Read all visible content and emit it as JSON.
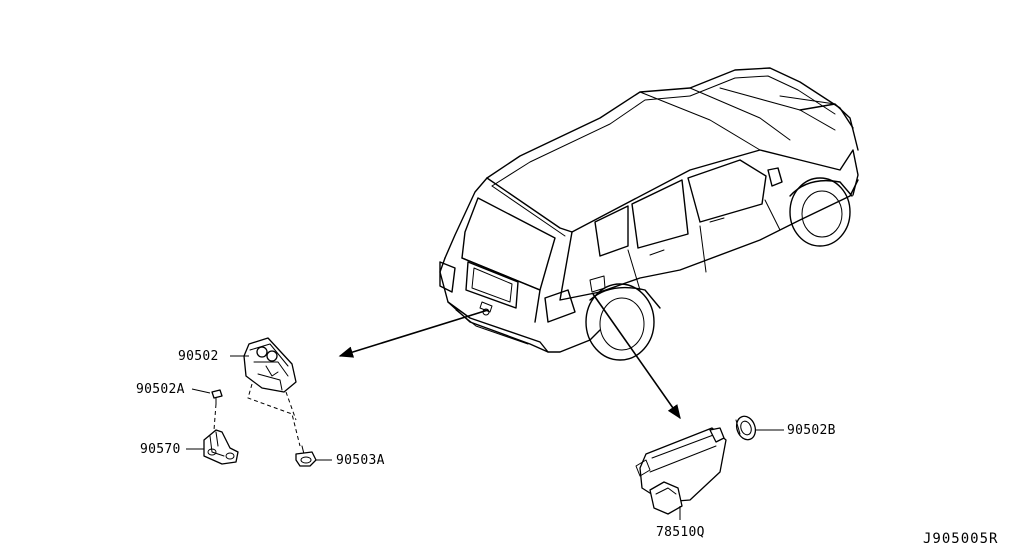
{
  "parts": {
    "p90502": "90502",
    "p90502A": "90502A",
    "p90570": "90570",
    "p90503A": "90503A",
    "p90502B": "90502B",
    "p78510Q": "78510Q"
  },
  "diagram_ref": "J905005R"
}
